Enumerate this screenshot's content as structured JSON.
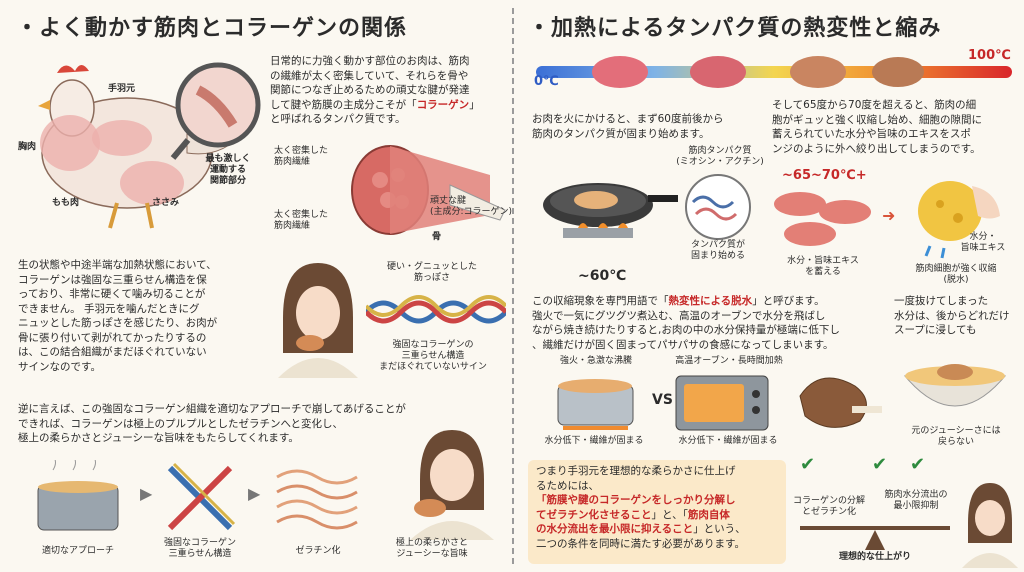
{
  "left": {
    "title": "・よく動かす筋肉とコラーゲンの関係",
    "intro": {
      "line1": "日常的に力強く動かす部位のお肉は、筋肉",
      "line2": "の繊維が太く密集していて、それらを骨や",
      "line3": "関節につなぎ止めるための頑丈な腱が発達",
      "line4a": "して腱や筋膜の主成分こそが「",
      "line4b": "コラーゲン",
      "line4c": "」",
      "line5": "と呼ばれるタンパク質です。"
    },
    "chicken_labels": {
      "wing": "手羽元",
      "breast": "胸肉",
      "thigh": "もも肉",
      "tender": "ささみ",
      "most_moved1": "最も激しく",
      "most_moved2": "運動する",
      "most_moved3": "関節部分"
    },
    "muscle_labels": {
      "fiber_top1": "太く密集した",
      "fiber_top2": "筋肉繊維",
      "fiber_bottom1": "太く密集した",
      "fiber_bottom2": "筋肉繊維",
      "tendon1": "頑丈な腱",
      "tendon2": "(主成分:コラーゲン)",
      "bone": "骨"
    },
    "raw": {
      "line1": "生の状態や中途半端な加熱状態において、",
      "line2": "コラーゲンは強固な三重らせん構造を保",
      "line3": "っており、非常に硬くて噛み切ることが",
      "line4": "できません。 手羽元を噛んだときにグ",
      "line5": "ニュッとした筋っぽさを感じたり、お肉が",
      "line6": "骨に張り付いて剥がれてかったりするの",
      "line7": "は、この結合組織がまだほぐれていない",
      "line8": "サインなのです。"
    },
    "helix_labels": {
      "hard1": "硬い・グニュッとした",
      "hard2": "筋っぽさ",
      "cap1": "強固なコラーゲンの",
      "cap2": "三重らせん構造",
      "cap3": "まだほぐれていないサイン"
    },
    "approach": {
      "line1": "逆に言えば、この強固なコラーゲン組織を適切なアプローチで崩してあげることが",
      "line2": "できれば、コラーゲンは極上のプルプルとしたゼラチンへと変化し、",
      "line3": "極上の柔らかさとジューシーな旨味をもたらしてくれます。"
    },
    "flow": {
      "step1": "適切なアプローチ",
      "step2a": "強固なコラーゲン",
      "step2b": "三重らせん構造",
      "step3": "ゼラチン化",
      "step4a": "極上の柔らかさと",
      "step4b": "ジューシーな旨味"
    }
  },
  "right": {
    "title": "・加熱によるタンパク質の熱変性と縮み",
    "scale": {
      "min": "0℃",
      "max": "100℃"
    },
    "step60": {
      "line1": "お肉を火にかけると、まず60度前後から",
      "line2": "筋肉のタンパク質が固まり始めます。",
      "protein1": "筋肉タンパク質",
      "protein2": "(ミオシン・アクチン)",
      "solid1": "タンパク質が",
      "solid2": "固まり始める",
      "temp": "~60℃"
    },
    "step65": {
      "line1": "そして65度から70度を超えると、筋肉の細",
      "line2": "胞がギュッと強く収縮し始め、細胞の隙間に",
      "line3": "蓄えられていた水分や旨味のエキスをスポ",
      "line4": "ンジのように外へ絞り出してしまうのです。",
      "temp": "~65~70℃+",
      "water1": "水分・旨味エキス",
      "water2": "を蓄える",
      "shrink1": "筋肉細胞が強く収縮",
      "shrink2": "(脱水)",
      "drip1": "水分・",
      "drip2": "旨味エキス"
    },
    "dehydration": {
      "line1a": "この収縮現象を専門用語で「",
      "line1b": "熱変性による脱水",
      "line1c": "」と呼びます。",
      "line2": "強火で一気にグツグツ煮込む、高温のオーブンで水分を飛ばし",
      "line3": "ながら焼き続けたりすると,お肉の中の水分保持量が極端に低下し",
      "line4": "、繊維だけが固く固まってパサパサの食感になってしまいます。",
      "side1": "一度抜けてしまった",
      "side2": "水分は、後からどれだけ",
      "side3": "スープに浸しても"
    },
    "methods": {
      "boil": "強火・急激な沸騰",
      "oven": "高温オーブン・長時間加熱",
      "vs": "VS",
      "result1": "水分低下・繊維が固まる",
      "result2": "水分低下・繊維が固まる",
      "soup1": "元のジューシーさには",
      "soup2": "戻らない"
    },
    "conclusion": {
      "line1": "つまり手羽元を理想的な柔らかさに仕上げ",
      "line2": "るためには、",
      "line3": "「筋膜や腱のコラーゲンをしっかり分解し",
      "line4a": "てゼラチン化させること",
      "line4b": "」と、「",
      "line4c": "筋肉自体",
      "line5": "の水分流出を最小限に抑えること",
      "line5b": "」という、",
      "line6": "二つの条件を同時に満たす必要があります。"
    },
    "balance": {
      "left1": "コラーゲンの分解",
      "left2": "とゼラチン化",
      "right1": "筋肉水分流出の",
      "right2": "最小限抑制",
      "caption": "理想的な仕上がり"
    }
  },
  "colors": {
    "accent_red": "#c62828",
    "highlight": "#fbe9c9",
    "check_green": "#2e8b3e"
  }
}
